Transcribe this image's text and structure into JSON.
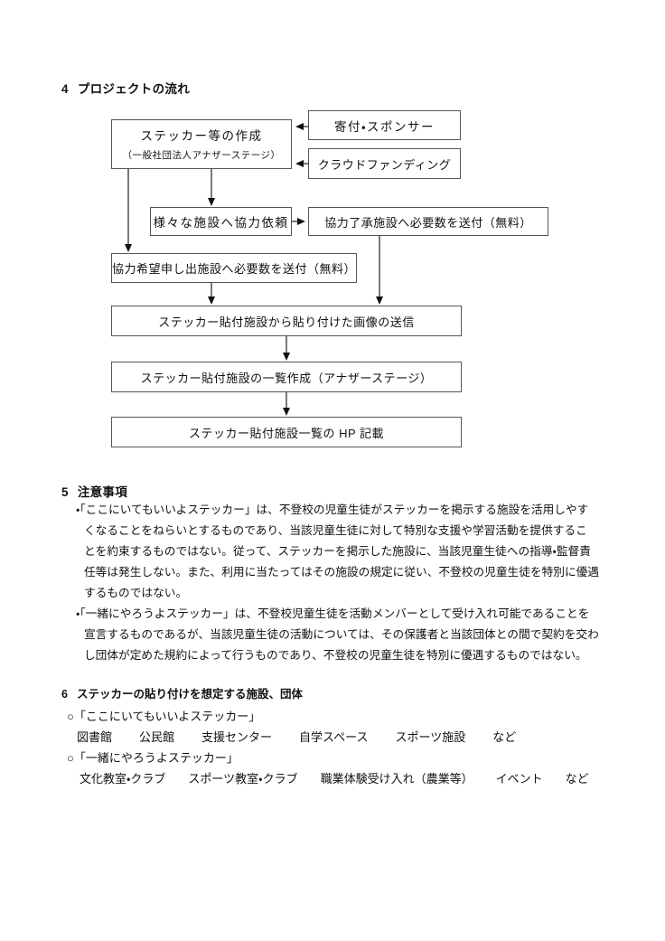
{
  "sections": {
    "flow": {
      "heading": {
        "num": "4",
        "title": "プロジェクトの流れ"
      },
      "nodes": {
        "create": {
          "label": "ステッカー等の作成",
          "sublabel": "（一般社団法人アナザーステージ）"
        },
        "donation": {
          "label": "寄付・スポンサー"
        },
        "crowdfunding": {
          "label": "クラウドファンディング"
        },
        "request": {
          "label": "様々な施設へ協力依頼"
        },
        "send_approved": {
          "label": "協力了承施設へ必要数を送付（無料）"
        },
        "send_applied": {
          "label": "協力希望申し出施設へ必要数を送付（無料）"
        },
        "send_image": {
          "label": "ステッカー貼付施設から貼り付けた画像の送信"
        },
        "make_list": {
          "label": "ステッカー貼付施設の一覧作成（アナザーステージ）"
        },
        "hp_listing": {
          "label": "ステッカー貼付施設一覧の HP 記載"
        }
      }
    },
    "notes": {
      "heading": {
        "num": "5",
        "title": "注意事項"
      },
      "bullet1": {
        "lines": [
          "・「ここにいてもいいよステッカー」は、不登校の児童生徒がステッカーを掲示する施設を活用しやす",
          "くなることをねらいとするものであり、当該児童生徒に対して特別な支援や学習活動を提供するこ",
          "とを約束するものではない。従って、ステッカーを掲示した施設に、当該児童生徒への指導・監督責",
          "任等は発生しない。また、利用に当たってはその施設の規定に従い、不登校の児童生徒を特別に優遇",
          "するものではない。"
        ]
      },
      "bullet2": {
        "lines": [
          "・「一緒にやろうよステッカー」は、不登校児童生徒を活動メンバーとして受け入れ可能であることを",
          "宣言するものであるが、当該児童生徒の活動については、その保護者と当該団体との間で契約を交わ",
          "し団体が定めた規約によって行うものであり、不登校の児童生徒を特別に優遇するものではない。"
        ]
      }
    },
    "targets": {
      "heading": {
        "num": "6",
        "title": "ステッカーの貼り付けを想定する施設、団体"
      },
      "group1": {
        "label": "○「ここにいてもいいよステッカー」",
        "items": [
          "図書館",
          "公民館",
          "支援センター",
          "自学スペース",
          "スポーツ施設",
          "など"
        ]
      },
      "group2": {
        "label": "○「一緒にやろうよステッカー」",
        "items": [
          "文化教室・クラブ",
          "スポーツ教室・クラブ",
          "職業体験受け入れ（農業等）",
          "イベント",
          "など"
        ]
      }
    }
  },
  "colors": {
    "page_bg": "#ffffff",
    "text": "#111111",
    "box_border": "#555555",
    "connector": "#222222"
  }
}
